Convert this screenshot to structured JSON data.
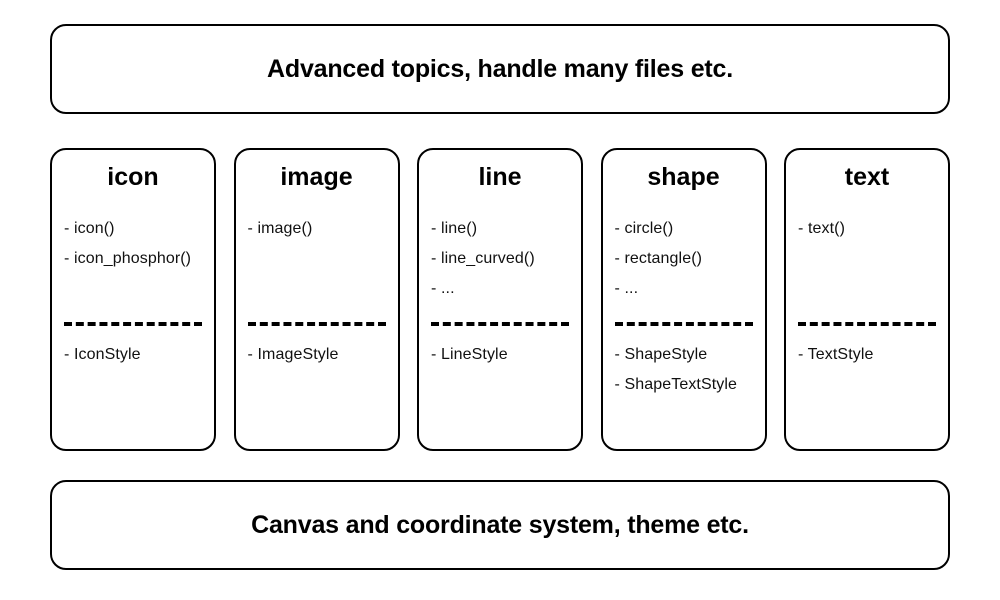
{
  "diagram": {
    "top_banner": {
      "text": "Advanced topics, handle many files etc."
    },
    "bottom_banner": {
      "text": "Canvas and coordinate system, theme etc."
    },
    "columns": [
      {
        "title": "icon",
        "functions": [
          "- icon()",
          "- icon_phosphor()"
        ],
        "styles": [
          "- IconStyle"
        ]
      },
      {
        "title": "image",
        "functions": [
          "- image()"
        ],
        "styles": [
          "- ImageStyle"
        ]
      },
      {
        "title": "line",
        "functions": [
          "- line()",
          "- line_curved()",
          "- ..."
        ],
        "styles": [
          "- LineStyle"
        ]
      },
      {
        "title": "shape",
        "functions": [
          "- circle()",
          "- rectangle()",
          "- ..."
        ],
        "styles": [
          "- ShapeStyle",
          "- ShapeTextStyle"
        ]
      },
      {
        "title": "text",
        "functions": [
          "- text()"
        ],
        "styles": [
          "- TextStyle"
        ]
      }
    ],
    "colors": {
      "background": "#ffffff",
      "stroke": "#000000",
      "text": "#111111"
    }
  }
}
